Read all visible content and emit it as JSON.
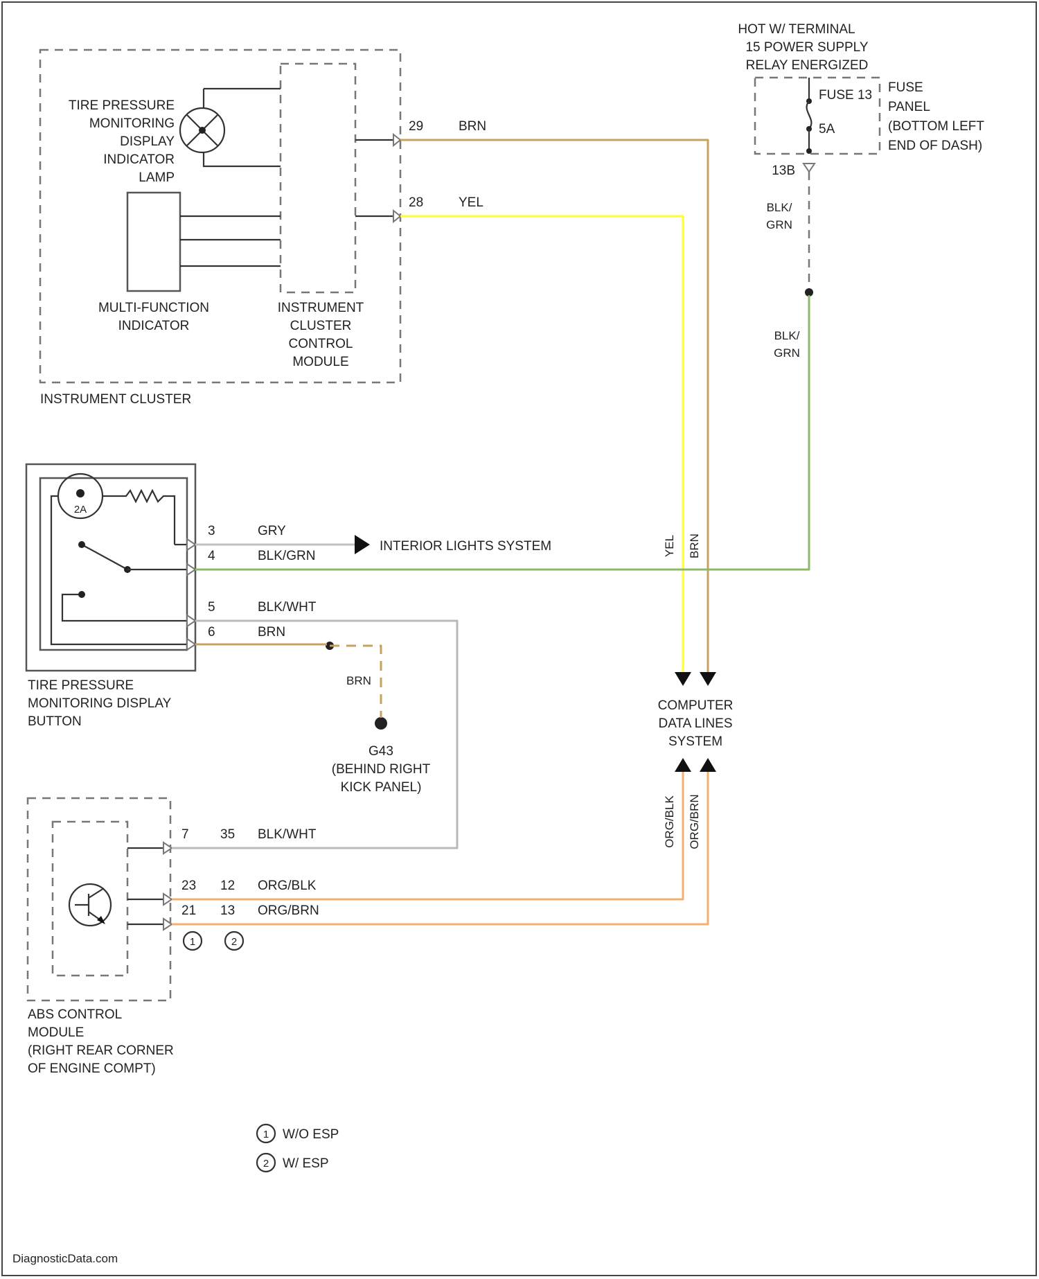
{
  "colors": {
    "brn": "#c8a060",
    "yel": "#ffff33",
    "grn": "#8dba6a",
    "gry": "#c0c0c0",
    "org": "#f2b070",
    "blkwht": "#b8b8b8"
  },
  "labels": {
    "hot_w_terminal": "HOT W/ TERMINAL",
    "power_supply": "15 POWER SUPPLY",
    "relay_energized": "RELAY ENERGIZED",
    "fuse_name": "FUSE 13",
    "fuse_rating": "5A",
    "fuse_panel_1": "FUSE",
    "fuse_panel_2": "PANEL",
    "fuse_panel_3": "(BOTTOM LEFT",
    "fuse_panel_4": "END OF DASH)",
    "fuse_out_pin": "13B",
    "tpms_lamp_1": "TIRE PRESSURE",
    "tpms_lamp_2": "MONITORING",
    "tpms_lamp_3": "DISPLAY",
    "tpms_lamp_4": "INDICATOR",
    "tpms_lamp_5": "LAMP",
    "mfi_1": "MULTI-FUNCTION",
    "mfi_2": "INDICATOR",
    "iccm_1": "INSTRUMENT",
    "iccm_2": "CLUSTER",
    "iccm_3": "CONTROL",
    "iccm_4": "MODULE",
    "instrument_cluster": "INSTRUMENT CLUSTER",
    "btn_1": "TIRE PRESSURE",
    "btn_2": "MONITORING DISPLAY",
    "btn_3": "BUTTON",
    "interior_lights": "INTERIOR LIGHTS SYSTEM",
    "ground_1": "G43",
    "ground_2": "(BEHIND RIGHT",
    "ground_3": "KICK PANEL)",
    "cdl_1": "COMPUTER",
    "cdl_2": "DATA LINES",
    "cdl_3": "SYSTEM",
    "abs_1": "ABS CONTROL",
    "abs_2": "MODULE",
    "abs_3": "(RIGHT REAR CORNER",
    "abs_4": "OF ENGINE COMPT)",
    "legend_1": "W/O ESP",
    "legend_2": "W/ ESP",
    "legend_1_sym": "1",
    "legend_2_sym": "2",
    "watermark": "DiagnosticData.com"
  },
  "wires": {
    "ic_pin_top": "29",
    "ic_color_top": "BRN",
    "ic_pin_mid": "28",
    "ic_color_mid": "YEL",
    "fuse_wire_1": "BLK/",
    "fuse_wire_2": "GRN",
    "fuse_wire_3": "BLK/",
    "fuse_wire_4": "GRN",
    "btn_pin_3": "3",
    "btn_color_3": "GRY",
    "btn_pin_4": "4",
    "btn_color_4": "BLK/GRN",
    "btn_pin_5": "5",
    "btn_color_5": "BLK/WHT",
    "btn_pin_6": "6",
    "btn_color_6": "BRN",
    "ground_wire_color": "BRN",
    "vert_yel": "YEL",
    "vert_brn": "BRN",
    "abs_pin_a": "7",
    "abs_pin_a2": "35",
    "abs_color_a": "BLK/WHT",
    "abs_pin_b": "23",
    "abs_pin_b2": "12",
    "abs_color_b": "ORG/BLK",
    "abs_pin_c": "21",
    "abs_pin_c2": "13",
    "abs_color_c": "ORG/BRN",
    "vert_org_blk": "ORG/BLK",
    "vert_org_brn": "ORG/BRN",
    "variant_1": "1",
    "variant_2": "2"
  }
}
